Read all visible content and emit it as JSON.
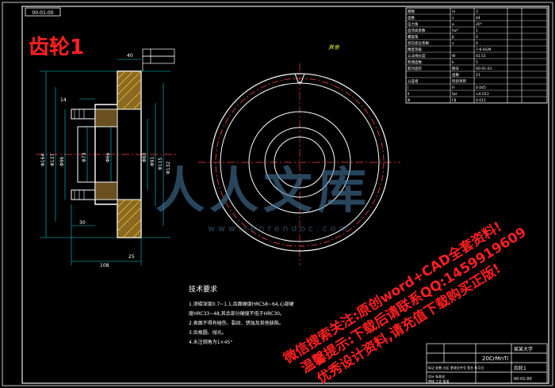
{
  "drawing": {
    "title": "齿轮1",
    "corner_code": "00-01-00",
    "view_label": "其余",
    "tech_req": {
      "heading": "技术要求",
      "items": [
        "1.渗碳深度0.7~1.1,齿面硬度HRC58~64,心部硬",
        "  度HRC33~48,其余部分硬度不低于HRC30。",
        "2.表面不得有碰伤、裂纹、锈蚀及其他缺陷。",
        "3.齿根圆、抛光。",
        "4.未注倒角为1×45°"
      ]
    },
    "dims": {
      "d30": "30",
      "d108": "108",
      "d40": "40",
      "d14": "14",
      "d25": "25",
      "d_left1": "Φ164",
      "d_left2": "Φ137",
      "d_left3": "Φ96",
      "d_left4": "Φ73",
      "d_mid1": "Φ66",
      "d_mid2": "Φ60",
      "d_right1": "Φ91",
      "d_right2": "Φ115",
      "d_right3": "Φ132"
    },
    "param_table": {
      "rows": [
        [
          "模数",
          "m",
          "3"
        ],
        [
          "齿数",
          "z",
          "44"
        ],
        [
          "压力角",
          "α",
          "20°"
        ],
        [
          "齿顶高系数",
          "ha*",
          "1"
        ],
        [
          "螺旋角",
          "β",
          "0"
        ],
        [
          "径向变位系数",
          "x",
          "0"
        ],
        [
          "精度等级",
          "",
          "7-6-6GM"
        ],
        [
          "公法线长度",
          "W",
          "41.51"
        ],
        [
          "跨测齿数",
          "k",
          "5"
        ],
        [
          "配对齿轮",
          "图号",
          "00-01-01"
        ],
        [
          "",
          "齿数",
          "21"
        ],
        [
          "公差组",
          "检验项目",
          ""
        ],
        [
          "Ⅰ",
          "Fr",
          "0.045"
        ],
        [
          "Ⅱ",
          "fpt",
          "±0.013"
        ],
        [
          "Ⅲ",
          "Fβ",
          "0.011"
        ]
      ]
    },
    "title_block": {
      "material": "20CrMnTi",
      "drawing_name": "齿轮1",
      "school": "某某大学",
      "drawing_no": "00-01-00",
      "rows": [
        "标记 处数 分区 更改文件号 签名 年月日",
        "设计 标准化",
        "审核 工艺 批准"
      ]
    },
    "watermark": {
      "logo_text": "人人文库",
      "url": "www.renrendoc.com",
      "line1": "微信搜索关注:原创word+CAD全套资料!",
      "line2": "温馨提示:下载后请联系QQ:1459919609",
      "line3": "优秀设计资料,请充值下载购买正版!"
    }
  }
}
